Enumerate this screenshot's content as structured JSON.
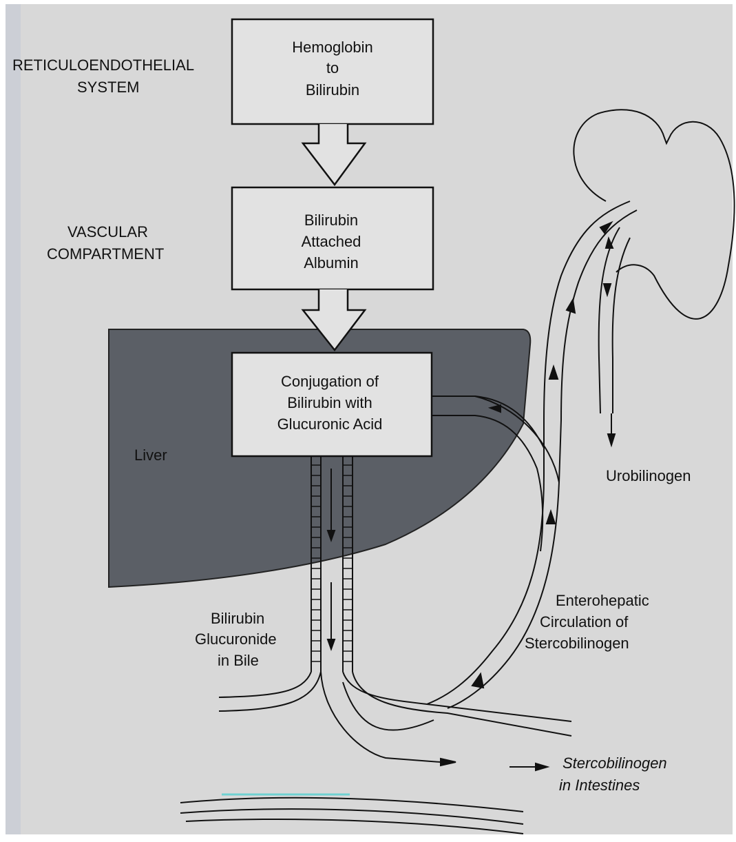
{
  "labels": {
    "reticuloendothelial": [
      "RETICULOENDOTHELIAL",
      "SYSTEM"
    ],
    "vascular": [
      "VASCULAR",
      "COMPARTMENT"
    ],
    "liver": "Liver",
    "bile": [
      "Bilirubin",
      "Glucuronide",
      "in Bile"
    ],
    "enterohepatic": [
      "Enterohepatic",
      "Circulation of",
      "Stercobilinogen"
    ],
    "urobilinogen": "Urobilinogen",
    "intestines": [
      "Stercobilinogen",
      "in Intestines"
    ]
  },
  "boxes": {
    "hemoglobin": [
      "Hemoglobin",
      "to",
      "Bilirubin"
    ],
    "albumin": [
      "Bilirubin",
      "Attached",
      "Albumin"
    ],
    "conjugation": [
      "Conjugation of",
      "Bilirubin with",
      "Glucuronic Acid"
    ]
  },
  "colors": {
    "page": "#d8d8d8",
    "liver": "#5b5f66",
    "box": "#e2e2e2",
    "line": "#111111",
    "accent": "#6fd1d1"
  }
}
